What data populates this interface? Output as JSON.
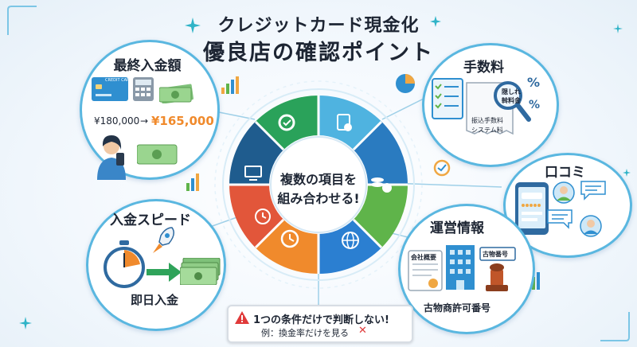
{
  "title": {
    "line1": "クレジットカード現金化",
    "line2": "優良店の確認ポイント"
  },
  "center": {
    "line1": "複数の項目を",
    "line2": "組み合わせる!"
  },
  "bubbles": {
    "min_amount": {
      "label": "最終入金額",
      "card_text": "CREDIT CARD",
      "before": "¥180,000",
      "arrow": "→",
      "after": "¥165,000"
    },
    "fees": {
      "label": "手数料",
      "hidden_fee": "隠しれ\n斡料金",
      "note1": "振込手数料",
      "note2": "システム料"
    },
    "reviews": {
      "label": "口コミ"
    },
    "speed": {
      "label": "入金スピード",
      "sub": "即日入金"
    },
    "operation": {
      "label": "運営情報",
      "doc_label": "会社概要",
      "sign_label": "古物番号",
      "sub": "古物商許可番号"
    }
  },
  "warning": {
    "title": "1つの条件だけで判断しない!",
    "example": "例：換金率だけを見る",
    "mark": "✕"
  },
  "colors": {
    "accent": "#5ab7e0",
    "green": "#5fb44a",
    "orange": "#f08a2c",
    "red": "#e03a3a",
    "navy": "#1f5c8e"
  }
}
